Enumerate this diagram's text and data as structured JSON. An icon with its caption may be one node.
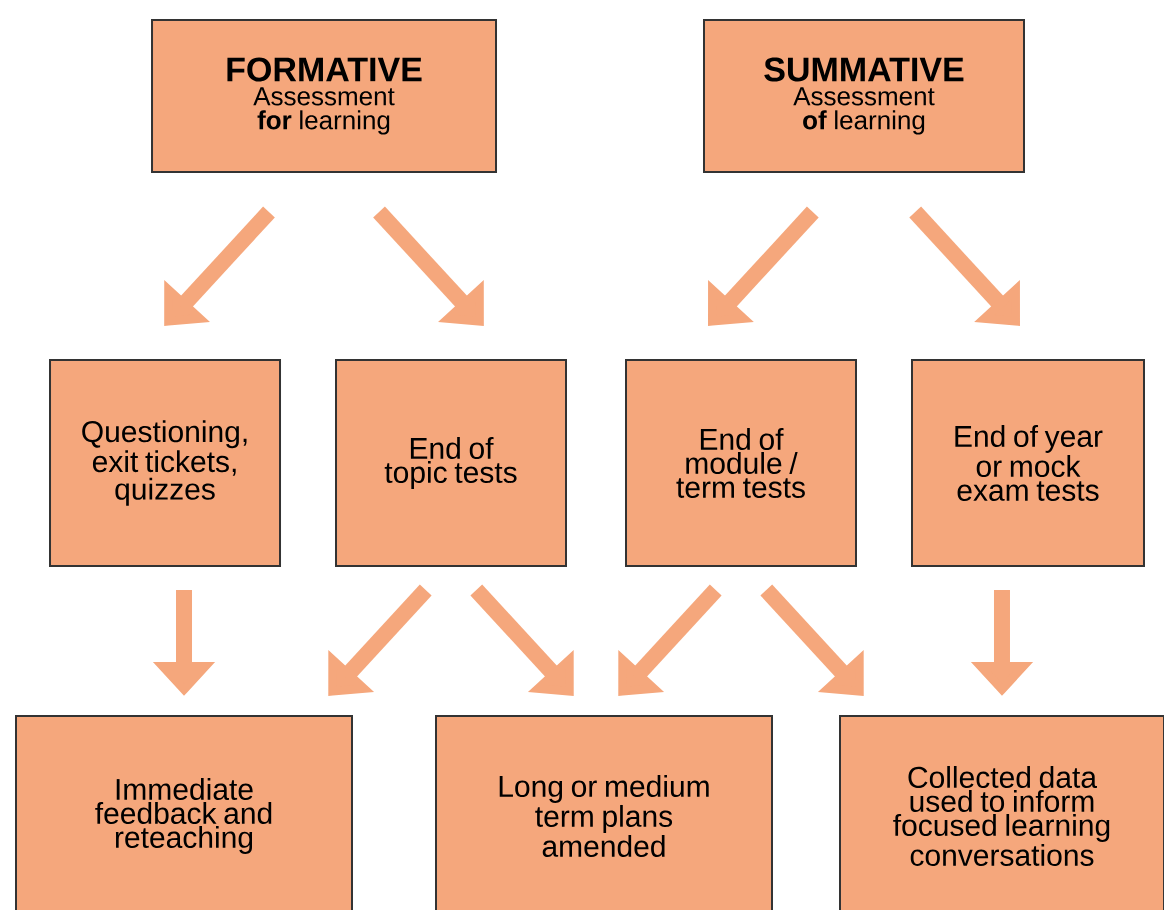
{
  "diagram": {
    "nodes": [
      {
        "text": [
          "FORMATIVE",
          "Assessment **for** learning"
        ]
      },
      {
        "text": [
          "SUMMATIVE",
          "Assessment **of** learning"
        ]
      },
      {
        "text": [
          "Questioning, exit tickets, quizzes"
        ]
      },
      {
        "text": [
          "End of topic tests"
        ]
      },
      {
        "text": [
          "End of module / term tests"
        ]
      },
      {
        "text": [
          "End of year or mock exam tests"
        ]
      },
      {
        "text": [
          "Immediate feedback and reteaching"
        ]
      },
      {
        "text": [
          "Long or medium term plans amended"
        ]
      },
      {
        "text": [
          "Collected data used to inform focused learning conversations"
        ]
      }
    ],
    "edges": [
      {
        "from": 0,
        "to": 2,
        "arrow": "to"
      },
      {
        "from": 0,
        "to": 3,
        "arrow": "to"
      },
      {
        "from": 1,
        "to": 4,
        "arrow": "to"
      },
      {
        "from": 1,
        "to": 5,
        "arrow": "to"
      },
      {
        "from": 2,
        "to": 6,
        "arrow": "to"
      },
      {
        "from": 3,
        "to": 6,
        "arrow": "to"
      },
      {
        "from": 3,
        "to": 7,
        "arrow": "to"
      },
      {
        "from": 4,
        "to": 7,
        "arrow": "to"
      },
      {
        "from": 4,
        "to": 8,
        "arrow": "to"
      },
      {
        "from": 5,
        "to": 8,
        "arrow": "to"
      }
    ]
  }
}
